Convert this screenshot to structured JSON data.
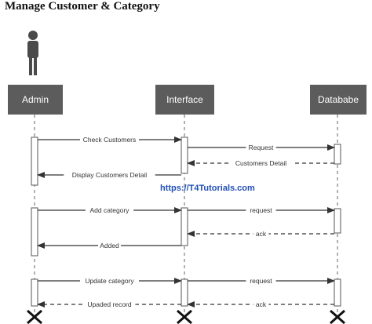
{
  "title": "Manage Customer & Category",
  "watermark": "https://T4Tutorials.com",
  "colors": {
    "header_fill": "#5c5c5c",
    "line": "#333333",
    "actor": "#4a4a4a",
    "watermark": "#1f4fb5"
  },
  "participants": [
    {
      "id": "admin",
      "label": "Admin"
    },
    {
      "id": "interface",
      "label": "Interface"
    },
    {
      "id": "database",
      "label": "Datababe"
    }
  ],
  "messages": [
    {
      "label": "Check Customers",
      "from": "admin",
      "to": "interface",
      "style": "solid"
    },
    {
      "label": "Request",
      "from": "interface",
      "to": "database",
      "style": "solid"
    },
    {
      "label": "Customers Detail",
      "from": "database",
      "to": "interface",
      "style": "dashed"
    },
    {
      "label": "Display Customers Detail",
      "from": "interface",
      "to": "admin",
      "style": "solid"
    },
    {
      "label": "Add category",
      "from": "admin",
      "to": "interface",
      "style": "solid"
    },
    {
      "label": "request",
      "from": "interface",
      "to": "database",
      "style": "solid"
    },
    {
      "label": "ack",
      "from": "database",
      "to": "interface",
      "style": "dashed"
    },
    {
      "label": "Added",
      "from": "interface",
      "to": "admin",
      "style": "solid"
    },
    {
      "label": "Update category",
      "from": "admin",
      "to": "interface",
      "style": "solid"
    },
    {
      "label": "request",
      "from": "interface",
      "to": "database",
      "style": "solid"
    },
    {
      "label": "Upaded record",
      "from": "interface",
      "to": "admin",
      "style": "dashed"
    },
    {
      "label": "ack",
      "from": "database",
      "to": "interface",
      "style": "dashed"
    }
  ]
}
